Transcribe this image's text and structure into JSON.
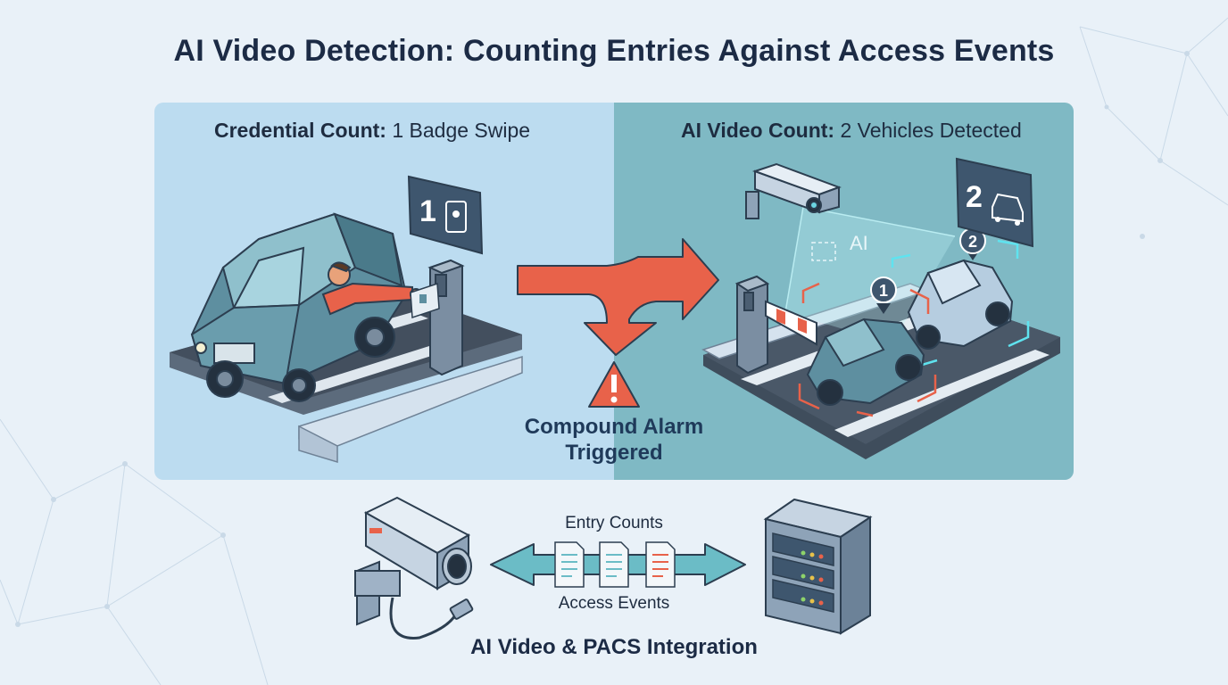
{
  "title": "AI Video Detection: Counting Entries Against Access Events",
  "left_panel": {
    "label_bold": "Credential Count:",
    "label_value": "1 Badge Swipe",
    "counter_sign": "1"
  },
  "right_panel": {
    "label_bold": "AI Video Count:",
    "label_value": "2 Vehicles Detected",
    "counter_sign": "2",
    "ai_tag": "AI",
    "markers": [
      "1",
      "2"
    ]
  },
  "alarm": {
    "line1": "Compound Alarm",
    "line2": "Triggered"
  },
  "integration": {
    "top_caption": "Entry Counts",
    "bottom_caption": "Access Events",
    "title": "AI Video & PACS Integration"
  },
  "colors": {
    "left_panel": "#bcdcf0",
    "right_panel": "#7fb9c4",
    "alarm_arrow": "#e8624a",
    "detection_box": "#e8624a",
    "flow_arrow": "#6bbcc6",
    "vehicle_main": "#5e8fa0",
    "vehicle_second": "#b6cde0"
  }
}
